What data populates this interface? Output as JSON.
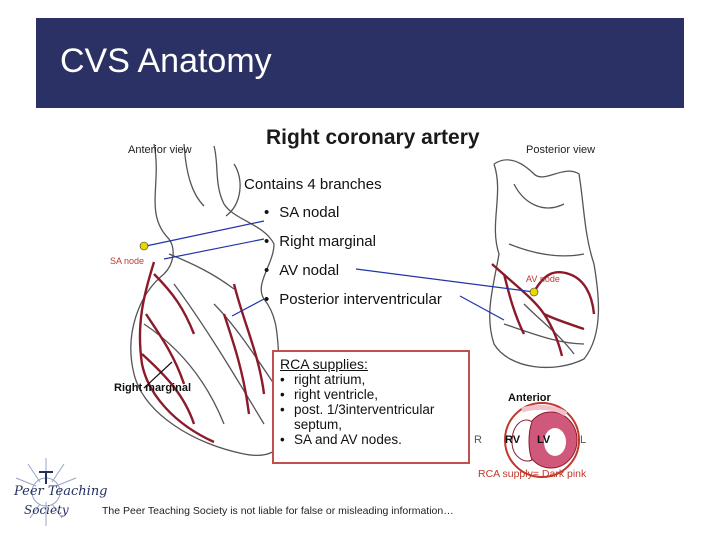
{
  "slide": {
    "title": "CVS Anatomy",
    "disclaimer": "The Peer Teaching Society is not liable for false or misleading information…",
    "logo_text_line1": "Peer Teaching",
    "logo_text_line2": "Society"
  },
  "figure": {
    "title": "Right coronary artery",
    "anterior_view_label": "Anterior view",
    "posterior_view_label": "Posterior view",
    "branches_heading": "Contains 4 branches",
    "branches": [
      "SA nodal",
      "Right marginal",
      "AV nodal",
      "Posterior interventricular"
    ],
    "supplies_heading": "RCA supplies:",
    "supplies": [
      "right atrium,",
      "right ventricle,",
      "post. 1/3interventricular septum,",
      "SA and AV nodes."
    ],
    "sa_node_label": "SA node",
    "av_node_label": "AV node",
    "right_marginal_label": "Right marginal",
    "cross_section": {
      "anterior_label": "Anterior",
      "r_label": "R",
      "l_label": "L",
      "rv_label": "RV",
      "lv_label": "LV",
      "supply_caption": "RCA supply= Dark pink"
    }
  },
  "colors": {
    "title_bar": "#2b3164",
    "artery": "#8b1a2b",
    "leader_lines": "#2233aa",
    "supplies_border": "#c0504d",
    "node_marker": "#e8d800"
  }
}
